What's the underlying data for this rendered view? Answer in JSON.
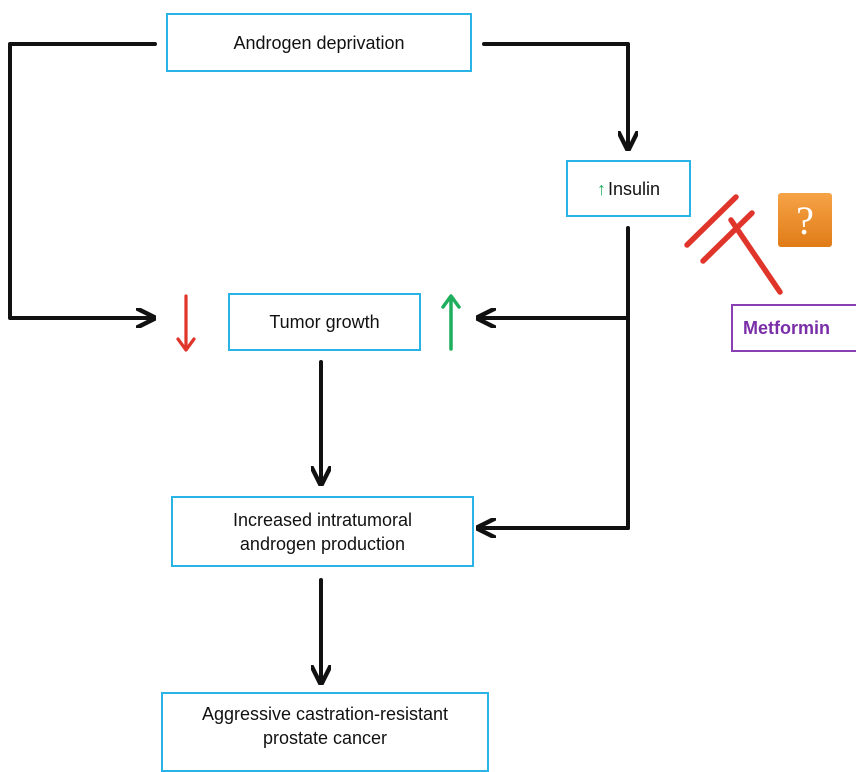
{
  "boxes": {
    "androgen_deprivation": "Androgen deprivation",
    "insulin": "Insulin",
    "tumor_growth": "Tumor growth",
    "intratumoral_line1": "Increased intratumoral",
    "intratumoral_line2": "androgen production",
    "aggressive_line1": "Aggressive castration-resistant",
    "aggressive_line2": "prostate cancer",
    "metformin": "Metformin"
  },
  "symbols": {
    "insulin_arrow": "↑",
    "question": "?"
  },
  "colors": {
    "box_border": "#2ab4e6",
    "arrow": "#111111",
    "decrease": "#e0352b",
    "increase": "#1fae5e",
    "inhibition": "#e0352b",
    "metformin": "#7a2ea8",
    "question_bg": "#ee8f2c"
  },
  "icons": [
    "down-arrow-red-icon",
    "up-arrow-green-icon",
    "inhibition-bar-icon",
    "question-mark-icon"
  ]
}
